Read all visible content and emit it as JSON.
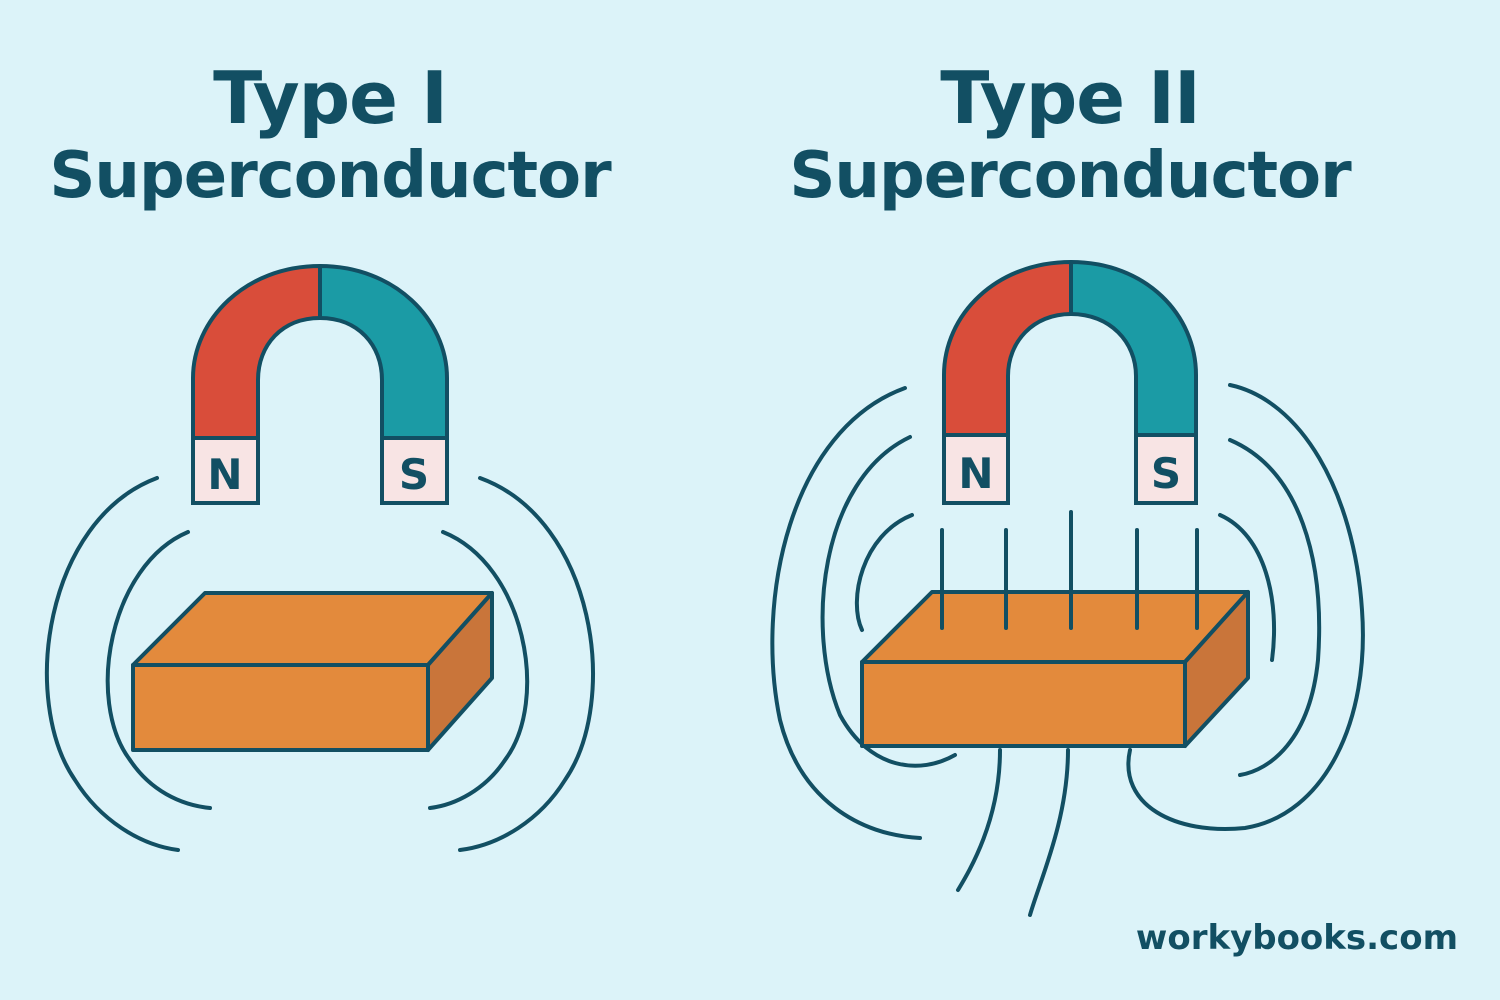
{
  "panels": {
    "left": {
      "title_line1": "Type I",
      "title_line2": "Superconductor",
      "north_label": "N",
      "south_label": "S"
    },
    "right": {
      "title_line1": "Type II",
      "title_line2": "Superconductor",
      "north_label": "N",
      "south_label": "S"
    }
  },
  "watermark": "workybooks.com",
  "colors": {
    "background": "#dcf3f9",
    "outline": "#124f63",
    "magnet_north": "#d94d3a",
    "magnet_south": "#1b9ba5",
    "pole_tip": "#f8e4e4",
    "block_front": "#e38a3c",
    "block_side": "#c9753a"
  }
}
